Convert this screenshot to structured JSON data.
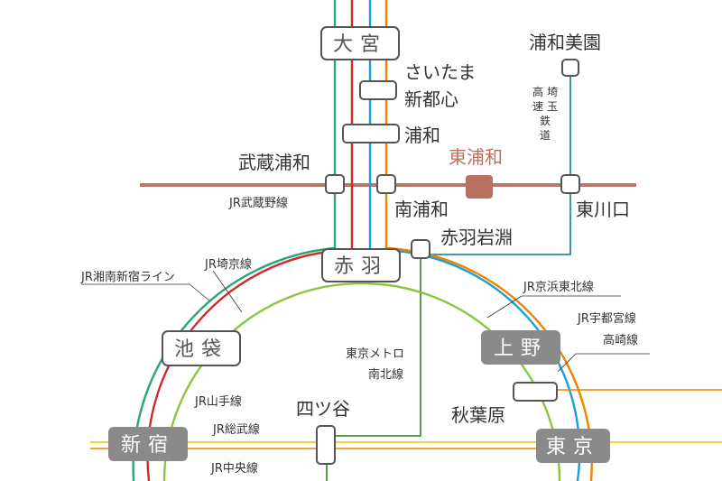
{
  "colors": {
    "musashino": "#b57a6a",
    "keihin_tohoku": "#1a9fd8",
    "saikyo": "#2aa57a",
    "shonan_shinjuku": "#d02a2a",
    "utsunomiya_takasaki": "#f08300",
    "yamanote": "#8cc63f",
    "sobu": "#e8c000",
    "chuo": "#f08300",
    "namboku": "#4a8c3a",
    "saitama_railway": "#2a8ca8",
    "major_station_fill": "#8a8a8a",
    "highlight_station": "#b87060",
    "text": "#333333"
  },
  "stations": {
    "omiya": "大宮",
    "saitama_shintoshin_1": "さいたま",
    "saitama_shintoshin_2": "新都心",
    "urawa": "浦和",
    "musashi_urawa": "武蔵浦和",
    "higashi_urawa": "東浦和",
    "minami_urawa": "南浦和",
    "urawa_misono": "浦和美園",
    "higashi_kawaguchi": "東川口",
    "akabane": "赤羽",
    "akabane_iwabuchi": "赤羽岩淵",
    "ikebukuro": "池袋",
    "ueno": "上野",
    "shinjuku": "新宿",
    "yotsuya": "四ツ谷",
    "akihabara": "秋葉原",
    "tokyo": "東京"
  },
  "lines": {
    "musashino": "JR武蔵野線",
    "saikyo": "JR埼京線",
    "shonan_shinjuku": "JR湘南新宿ライン",
    "keihin_tohoku": "JR京浜東北線",
    "utsunomiya_1": "JR宇都宮線",
    "utsunomiya_2": "高崎線",
    "namboku_1": "東京メトロ",
    "namboku_2": "南北線",
    "yamanote": "JR山手線",
    "sobu": "JR総武線",
    "chuo": "JR中央線",
    "saitama_railway": [
      "高",
      "埼",
      "速",
      "玉",
      "鉄",
      "道"
    ]
  }
}
